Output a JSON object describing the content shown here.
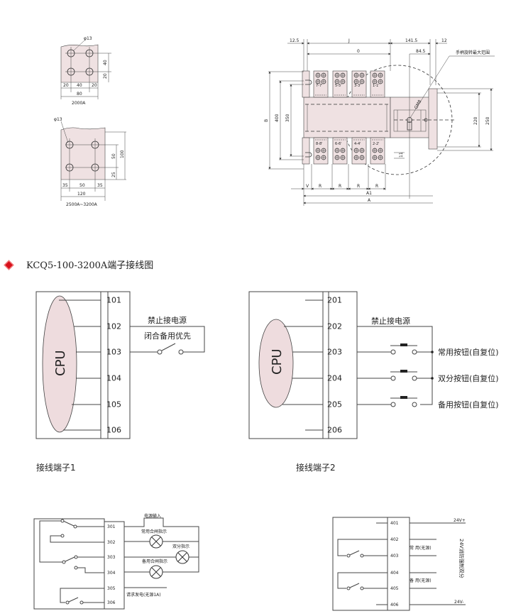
{
  "colors": {
    "busbar_fill": "#efe1e2",
    "cpu_fill": "#eedcde",
    "bullet": "#d8101c",
    "line": "#333333"
  },
  "busbar_small": {
    "hole_label": "φ13",
    "dims_horizontal": [
      "20",
      "40",
      "20"
    ],
    "total_width": "80",
    "dims_vertical": [
      "40",
      "20"
    ],
    "caption": "2000A"
  },
  "busbar_large": {
    "hole_label": "φ13",
    "dims_horizontal": [
      "35",
      "50",
      "35"
    ],
    "total_width": "120",
    "dims_vertical": [
      "50",
      "25"
    ],
    "total_height": "100",
    "caption": "2500A~3200A"
  },
  "outline": {
    "top_dims": [
      "12.5",
      "J",
      "141.5",
      "12"
    ],
    "inner_dims": [
      "0",
      "84.5"
    ],
    "left_dims": [
      "B",
      "400",
      "350"
    ],
    "right_dims": [
      "220",
      "250"
    ],
    "bottom_dims": [
      "V",
      "R",
      "R",
      "R",
      "R"
    ],
    "overall": [
      "A1",
      "A"
    ],
    "callout": "手柄旋转最大范围",
    "top_terminals": [
      "7-7'",
      "5-5'",
      "3-3'",
      "1-1'"
    ],
    "bottom_terminals": [
      "8-8'",
      "6-6'",
      "4-4'",
      "2-2'"
    ],
    "side_small": "11",
    "handle_label": "GM8"
  },
  "section": {
    "title": "KCQ5-100-3200A端子接线图"
  },
  "terminal1": {
    "cpu_label": "CPU",
    "pins": [
      "101",
      "102",
      "103",
      "104",
      "105",
      "106"
    ],
    "note_top": "禁止接电源",
    "note_switch": "闭合备用优先",
    "caption": "接线端子1"
  },
  "terminal2": {
    "cpu_label": "CPU",
    "pins": [
      "201",
      "202",
      "203",
      "204",
      "205",
      "206"
    ],
    "note_top": "禁止接电源",
    "buttons": [
      "常用按钮(自复位)",
      "双分按钮(自复位)",
      "备用按钮(自复位)"
    ],
    "caption": "接线端子2"
  },
  "terminal3": {
    "pins": [
      "301",
      "302",
      "303",
      "304",
      "305",
      "306"
    ],
    "power_in": "电源输入",
    "lamp_normal": "常用合闸指示",
    "lamp_double": "双分指示",
    "lamp_backup": "备用合闸指示",
    "signal": "请求发电(无源1A)"
  },
  "terminal4": {
    "pins": [
      "401",
      "402",
      "403",
      "404",
      "405",
      "406"
    ],
    "v_plus": "24V+",
    "v_minus": "24V-",
    "normal": "常 用(无源)",
    "backup": "备 用(无源)",
    "fire": "24V消防强制双分"
  }
}
